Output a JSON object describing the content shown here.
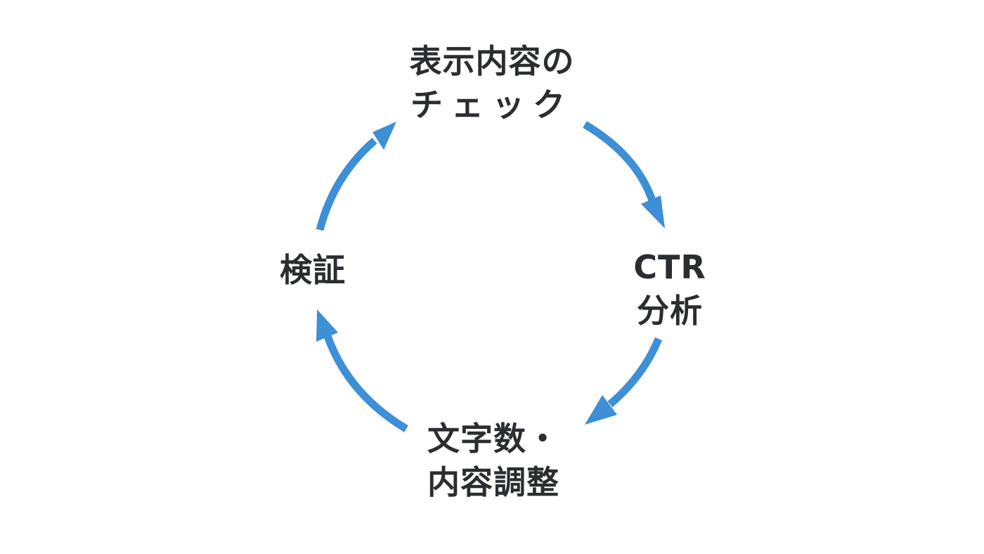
{
  "diagram": {
    "type": "cycle",
    "arrow_color": "#3d8fd6",
    "text_color": "#2b2d31",
    "nodes": [
      {
        "id": "check",
        "lines": [
          "表示内容の",
          "チェック"
        ]
      },
      {
        "id": "ctr",
        "lines": [
          "CTR",
          "分析"
        ]
      },
      {
        "id": "adjust",
        "lines": [
          "文字数・",
          "内容調整"
        ]
      },
      {
        "id": "verify",
        "lines": [
          "検証"
        ]
      }
    ],
    "edges": [
      {
        "from": "check",
        "to": "ctr"
      },
      {
        "from": "ctr",
        "to": "adjust"
      },
      {
        "from": "adjust",
        "to": "verify"
      },
      {
        "from": "verify",
        "to": "check"
      }
    ]
  }
}
